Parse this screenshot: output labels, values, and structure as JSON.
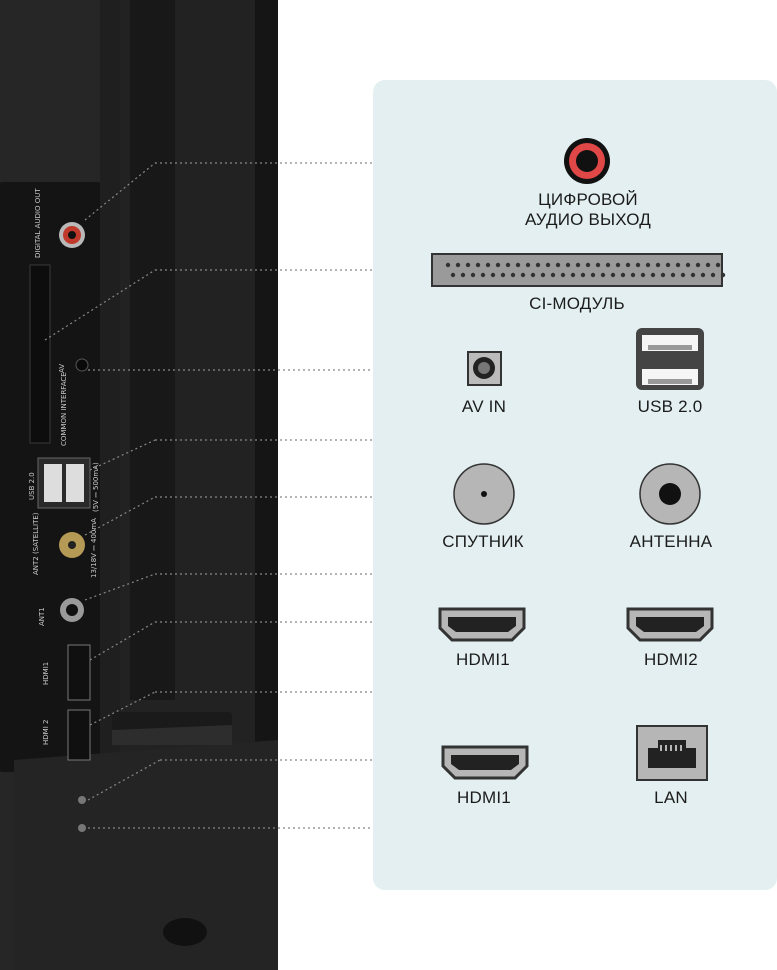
{
  "colors": {
    "panel_bg": "#e3eff1",
    "tv_body": "#1e1e1e",
    "accent_red": "#d64545",
    "label_text": "#1c1c1c"
  },
  "ports_legend": {
    "digital_audio": "ЦИФРОВОЙ\nАУДИО ВЫХОД",
    "ci_module": "CI-МОДУЛЬ",
    "av_in": "AV IN",
    "usb": "USB 2.0",
    "satellite": "СПУТНИК",
    "antenna": "АНТЕННА",
    "hdmi1_a": "HDMI1",
    "hdmi2": "HDMI2",
    "hdmi1_b": "HDMI1",
    "lan": "LAN"
  },
  "tv_labels": {
    "digital_audio_out": "DIGITAL AUDIO OUT",
    "av": "AV",
    "common_interface": "COMMON INTERFACE",
    "usb": "USB 2.0",
    "usb_power": "(5V ⎓ 500mA)",
    "ant2": "ANT2 (SATELLITE)",
    "ant2_power": "13/18V ⎓ 400mA",
    "ant1": "ANT1",
    "hdmi1": "HDMI1",
    "hdmi2": "HDMI 2"
  },
  "icons": [
    "digital-audio-port-icon",
    "ci-slot-icon",
    "av-jack-icon",
    "usb-port-icon",
    "satellite-port-icon",
    "antenna-port-icon",
    "hdmi-port-icon",
    "lan-port-icon"
  ]
}
